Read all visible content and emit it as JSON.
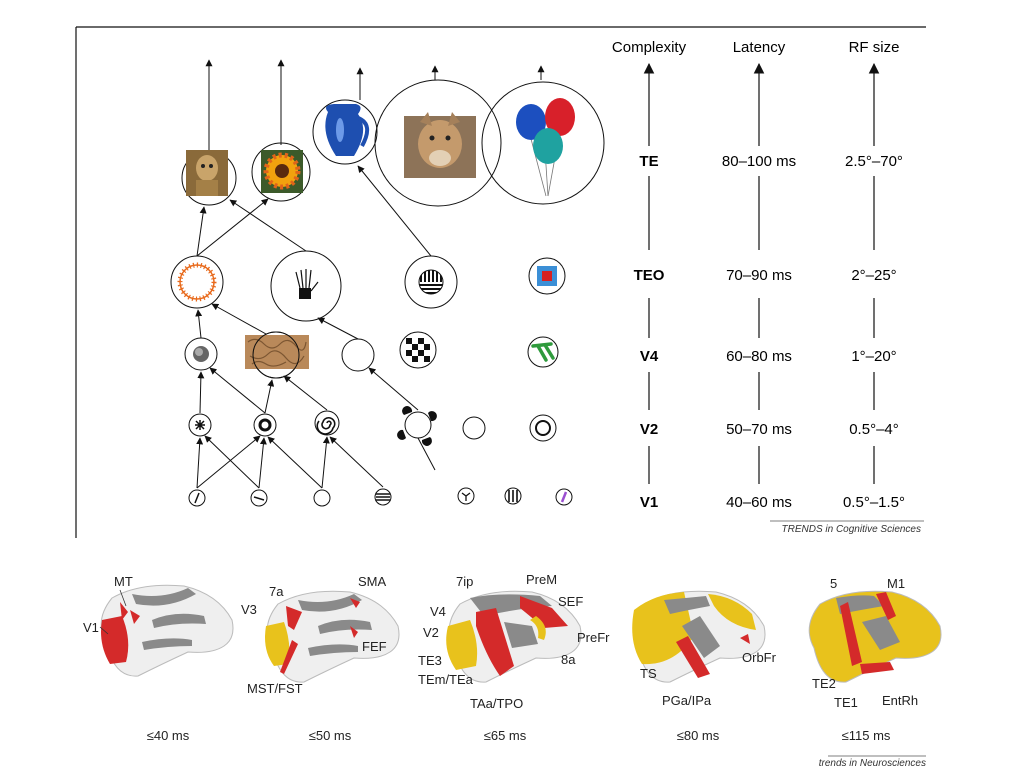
{
  "hierarchy": {
    "headers": {
      "complexity": "Complexity",
      "latency": "Latency",
      "rf_size": "RF size"
    },
    "levels": [
      {
        "area": "TE",
        "latency": "80–100 ms",
        "rf": "2.5°–70°"
      },
      {
        "area": "TEO",
        "latency": "70–90 ms",
        "rf": "2°–25°"
      },
      {
        "area": "V4",
        "latency": "60–80 ms",
        "rf": "1°–20°"
      },
      {
        "area": "V2",
        "latency": "50–70 ms",
        "rf": "0.5°–4°"
      },
      {
        "area": "V1",
        "latency": "40–60 ms",
        "rf": "0.5°–1.5°"
      }
    ],
    "credit": "TRENDS in Cognitive Sciences"
  },
  "brains": {
    "panels": [
      {
        "time": "≤40 ms",
        "labels": [
          "MT",
          "V1"
        ]
      },
      {
        "time": "≤50 ms",
        "labels": [
          "7a",
          "SMA",
          "V3",
          "FEF",
          "MST/FST"
        ]
      },
      {
        "time": "≤65 ms",
        "labels": [
          "7ip",
          "PreM",
          "V4",
          "SEF",
          "V2",
          "PreFr",
          "8a",
          "TE3",
          "TEm/TEa",
          "TAa/TPO"
        ]
      },
      {
        "time": "≤80 ms",
        "labels": [
          "TS",
          "OrbFr",
          "PGa/IPa"
        ]
      },
      {
        "time": "≤115 ms",
        "labels": [
          "5",
          "M1",
          "TE2",
          "TE1",
          "EntRh"
        ]
      }
    ],
    "credit": "trends in Neurosciences"
  },
  "colors": {
    "red": "#d42a2a",
    "yellow": "#e8c21c",
    "gray": "#8a8a8a",
    "light": "#efefef"
  }
}
